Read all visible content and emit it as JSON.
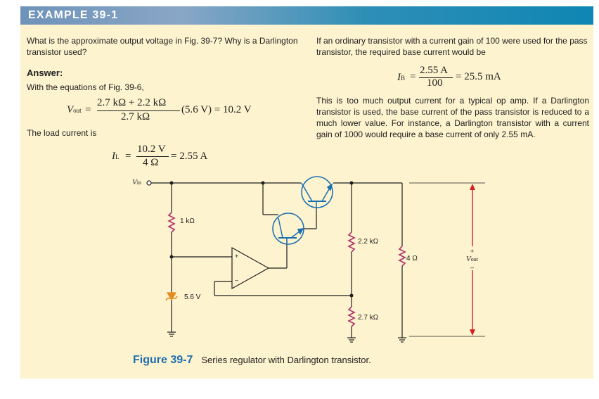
{
  "banner": {
    "title": "EXAMPLE 39-1"
  },
  "left": {
    "question": "What is the approximate output voltage in Fig. 39-7? Why is a Darlington transistor used?",
    "answer_label": "Answer:",
    "intro": "With the equations of Fig. 39-6,",
    "eq1": {
      "lhs_symbol": "V",
      "lhs_sub": "out",
      "eq": "=",
      "numerator": "2.7 kΩ + 2.2 kΩ",
      "denominator": "2.7 kΩ",
      "rest": "(5.6 V) = 10.2 V"
    },
    "load_text": "The load current is",
    "eq2": {
      "lhs_symbol": "I",
      "lhs_sub": "L",
      "eq": "=",
      "numerator": "10.2 V",
      "denominator": "4 Ω",
      "rest": "= 2.55 A"
    }
  },
  "right": {
    "para1": "If an ordinary transistor with a current gain of 100 were used for the pass transistor, the required base current would be",
    "eq3": {
      "lhs_symbol": "I",
      "lhs_sub": "B",
      "eq": "=",
      "numerator": "2.55 A",
      "denominator": "100",
      "rest": "= 25.5 mA"
    },
    "para2": "This is too much output current for a typical op amp. If a Darlington transistor is used, the base current of the pass transistor is reduced to a much lower value. For instance, a Darlington transistor with a current gain of 1000 would require a base current of only 2.55 mA."
  },
  "circuit": {
    "vin_symbol": "V",
    "vin_sub": "in",
    "r1": "1 kΩ",
    "zener": "5.6 V",
    "r2": "2.2 kΩ",
    "r3": "2.7 kΩ",
    "rl": "4 Ω",
    "vout_symbol": "V",
    "vout_sub": "out",
    "plus": "+",
    "minus": "–",
    "opamp_plus": "+",
    "opamp_minus": "–"
  },
  "figure": {
    "label": "Figure 39-7",
    "caption": "Series regulator with Darlington transistor."
  },
  "colors": {
    "accent": "#1d6fb0",
    "card_bg": "#fdf3cf",
    "transistor": "#1d6fb0",
    "resistor": "#b0306a",
    "arrow": "#d92020",
    "zener": "#e88a1a"
  }
}
